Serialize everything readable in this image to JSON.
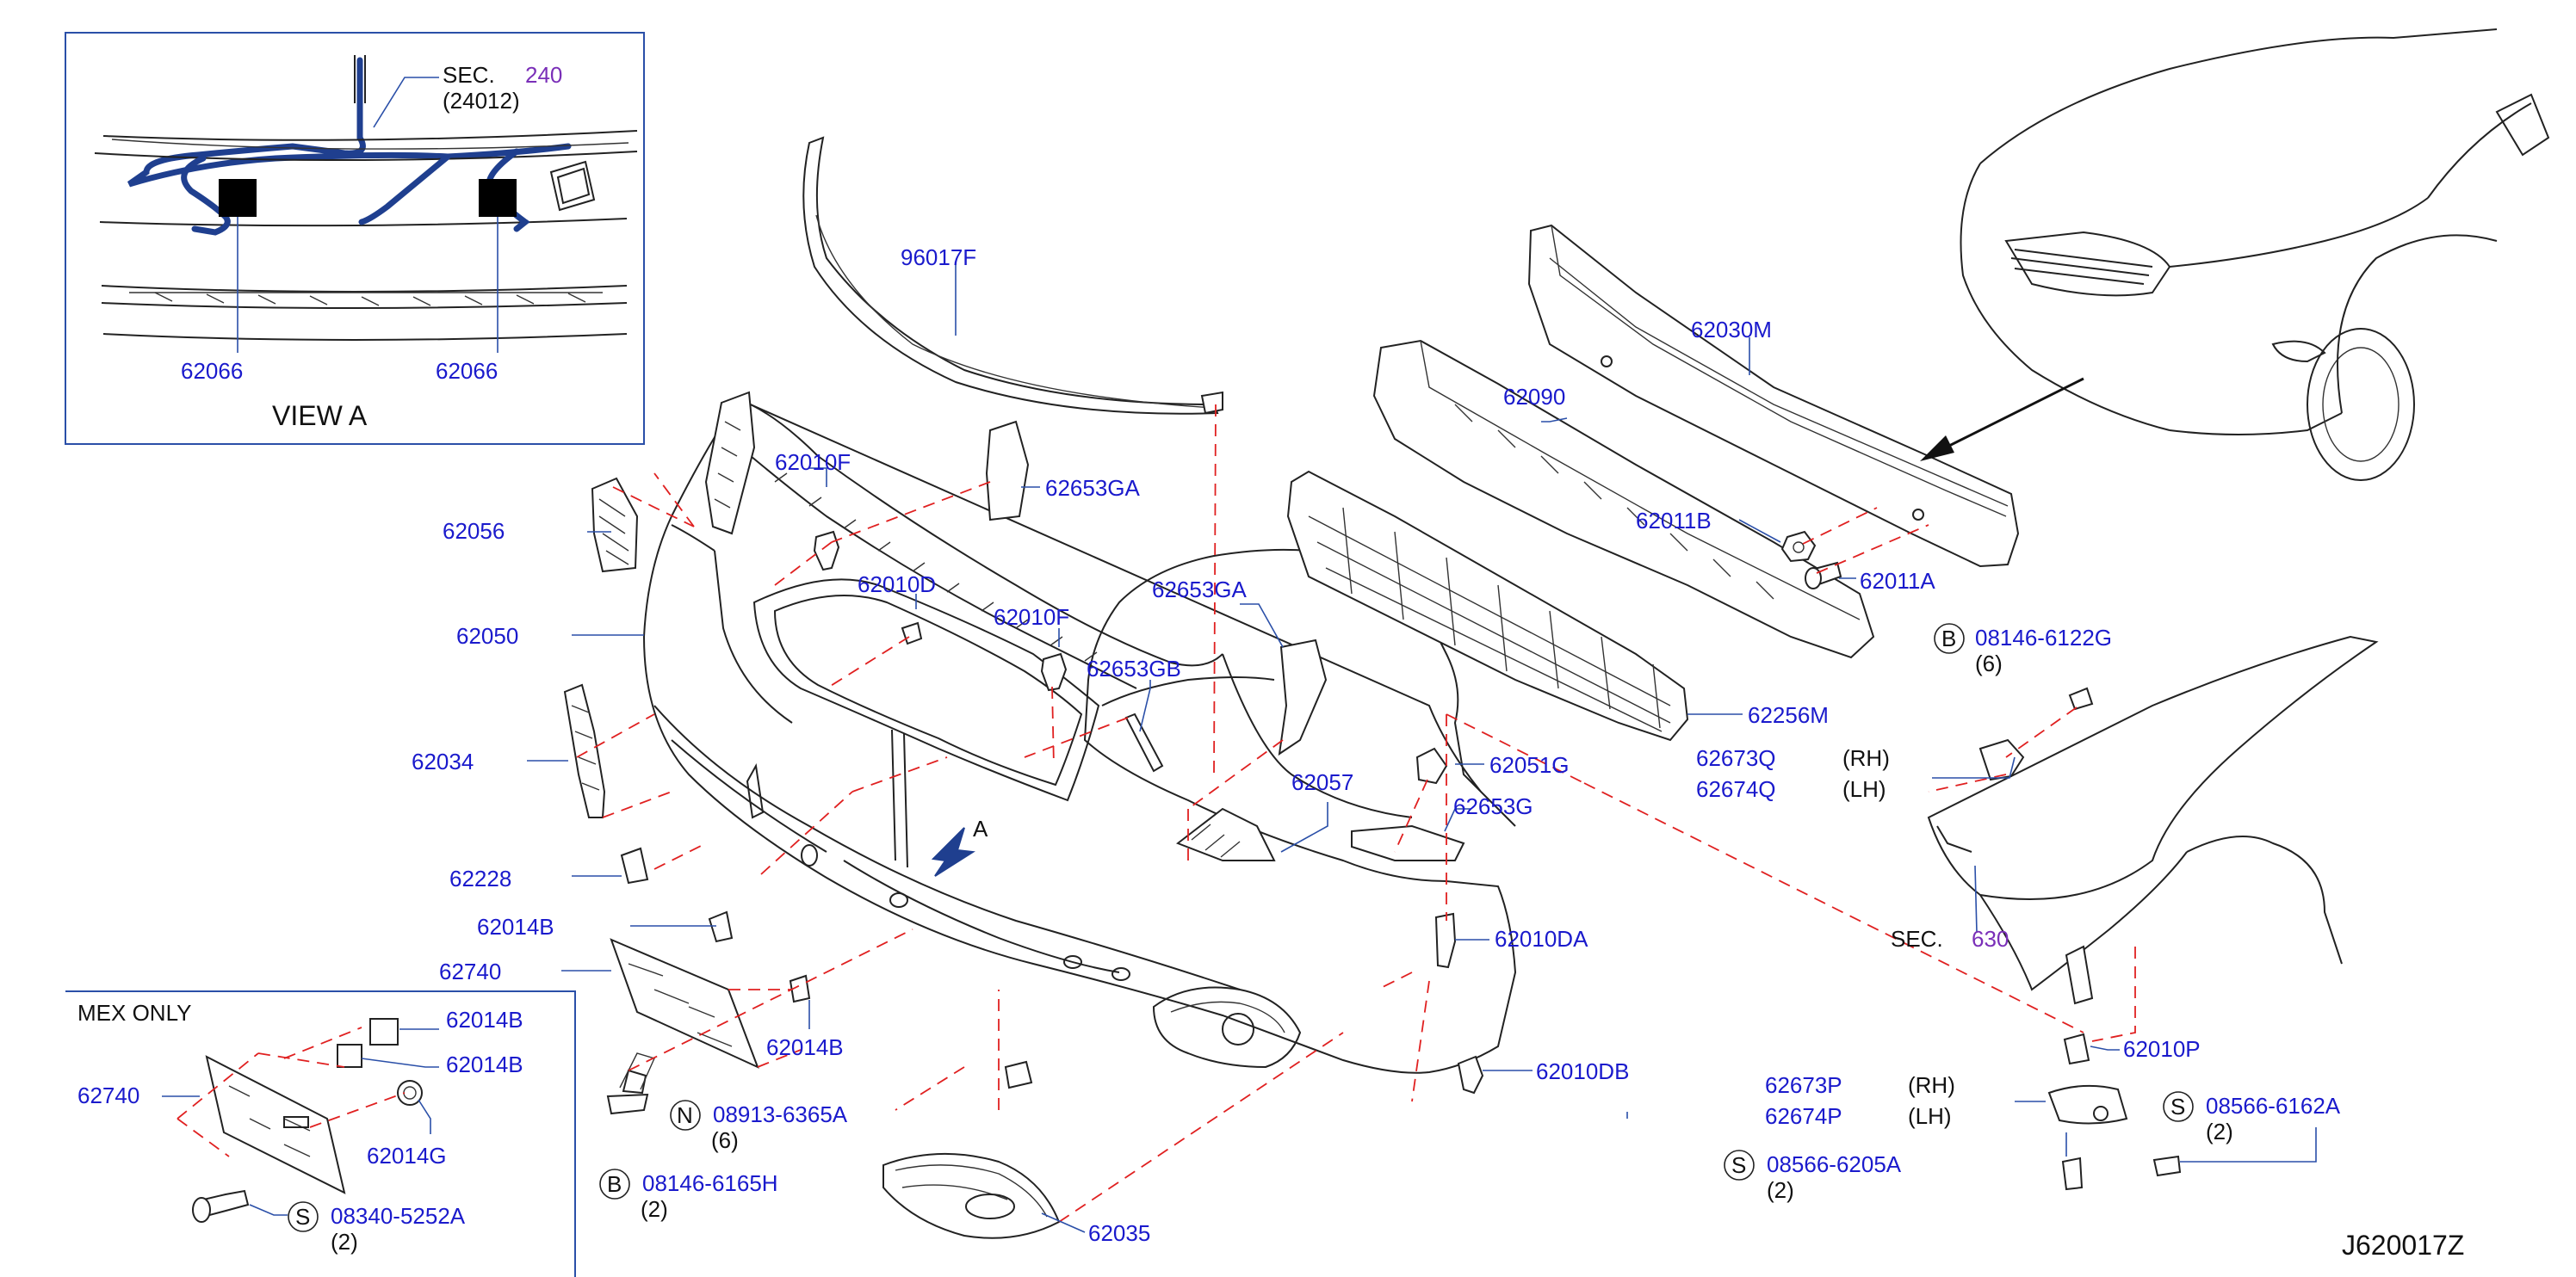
{
  "view_a": {
    "section_ref": "SEC.",
    "section_num": "240",
    "section_sub": "(24012)",
    "left_label": "62066",
    "right_label": "62066",
    "title": "VIEW   A"
  },
  "mex_box": {
    "title": "MEX   ONLY",
    "labels": {
      "p62014b_1": "62014B",
      "p62014b_2": "62014B",
      "p62740": "62740",
      "p62014g": "62014G",
      "bolt_code": "08340-5252A",
      "bolt_badge": "S",
      "bolt_qty": "(2)"
    }
  },
  "labels": {
    "p96017f": "96017F",
    "p62010f_1": "62010F",
    "p62653ga_1": "62653GA",
    "p62056": "62056",
    "p62010d": "62010D",
    "p62050": "62050",
    "p62010f_2": "62010F",
    "p62653ga_2": "62653GA",
    "p62653gb": "62653GB",
    "p62034": "62034",
    "p62057": "62057",
    "p62228": "62228",
    "p62014b": "62014B",
    "p62740": "62740",
    "p62014b_b": "62014B",
    "p62035": "62035",
    "p62030m": "62030M",
    "p62090": "62090",
    "p62011b": "62011B",
    "p62011a": "62011A",
    "p62256m": "62256M",
    "p62051g": "62051G",
    "p62653g": "62653G",
    "p62010da": "62010DA",
    "p62010db": "62010DB",
    "p62673q": "62673Q",
    "p62674q": "62674Q",
    "rh_1": "(RH)",
    "lh_1": "(LH)",
    "p62673p": "62673P",
    "p62674p": "62674P",
    "rh_2": "(RH)",
    "lh_2": "(LH)",
    "p62010p": "62010P",
    "view_arrow": "A"
  },
  "fasteners": {
    "n_badge": "N",
    "n_code": "08913-6365A",
    "n_qty": "(6)",
    "b1_badge": "B",
    "b1_code": "08146-6165H",
    "b1_qty": "(2)",
    "b2_badge": "B",
    "b2_code": "08146-6122G",
    "b2_qty": "(6)",
    "s1_badge": "S",
    "s1_code": "08566-6162A",
    "s1_qty": "(2)",
    "s2_badge": "S",
    "s2_code": "08566-6205A",
    "s2_qty": "(2)"
  },
  "sec630": {
    "ref": "SEC.",
    "num": "630"
  },
  "diagram_id": "J620017Z",
  "colors": {
    "label": "#1a1acc",
    "section_number": "#7a2fb8",
    "phantom_line": "#e02020",
    "harness": "#1f3f8f"
  }
}
